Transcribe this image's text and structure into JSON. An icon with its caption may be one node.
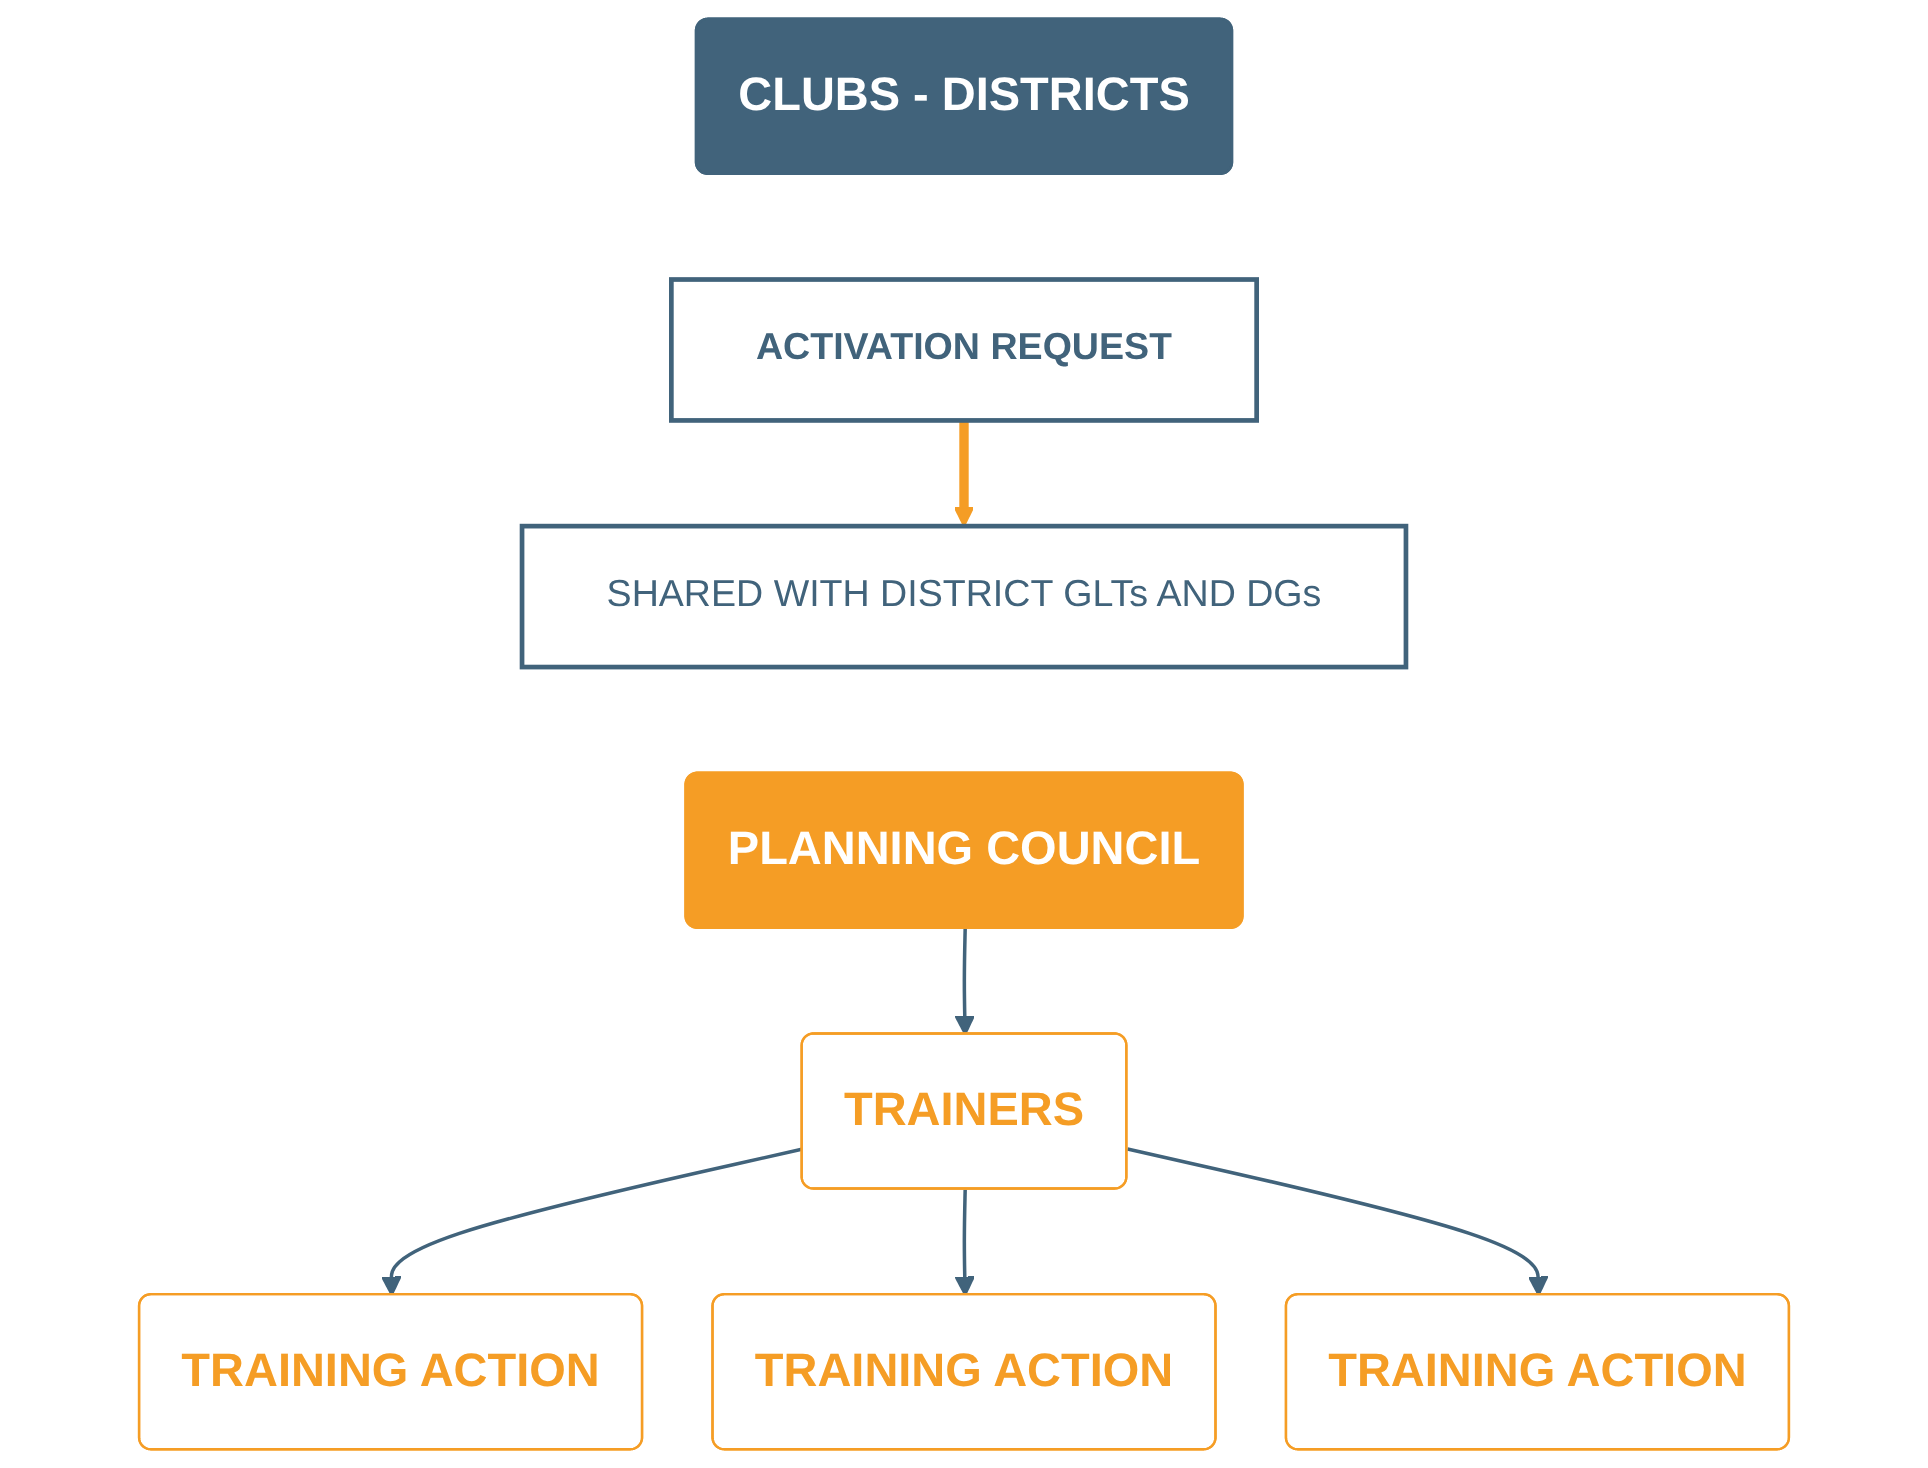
{
  "diagram": {
    "nodes": [
      {
        "text": [
          "CLUBS - DISTRICTS"
        ]
      },
      {
        "text": [
          "ACTIVATION REQUEST"
        ]
      },
      {
        "text": [
          "SHARED WITH DISTRICT GLTs AND DGs"
        ]
      },
      {
        "text": [
          "PLANNING COUNCIL"
        ]
      },
      {
        "text": [
          "TRAINERS"
        ]
      },
      {
        "text": [
          "TRAINING ACTION"
        ]
      },
      {
        "text": [
          "TRAINING ACTION"
        ]
      },
      {
        "text": [
          "TRAINING ACTION"
        ]
      }
    ],
    "edges": [
      {
        "from": 1,
        "to": 2,
        "arrow": "to",
        "style": "thick",
        "color": "#f59d25"
      },
      {
        "from": 3,
        "to": 4,
        "arrow": "to"
      },
      {
        "from": 4,
        "to": 5,
        "arrow": "to"
      },
      {
        "from": 4,
        "to": 6,
        "arrow": "to"
      },
      {
        "from": 4,
        "to": 7,
        "arrow": "to"
      }
    ]
  }
}
